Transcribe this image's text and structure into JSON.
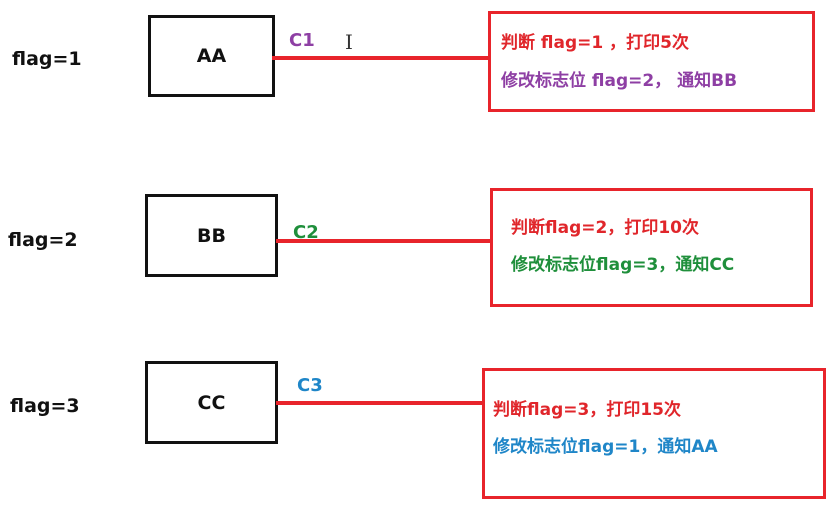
{
  "colors": {
    "line": "#e8242b",
    "action_red": "#e0262b",
    "c1": "#8e3fa4",
    "c2": "#1f8f3b",
    "c3": "#1f86c8",
    "ink": "#111111"
  },
  "rows": [
    {
      "flag": "flag=1",
      "thread": "AA",
      "condition": "C1",
      "note_line1": "判断 flag=1 ，打印5次",
      "note_line2": "修改标志位 flag=2， 通知BB"
    },
    {
      "flag": "flag=2",
      "thread": "BB",
      "condition": "C2",
      "note_line1": "判断flag=2，打印10次",
      "note_line2": "修改标志位flag=3，通知CC"
    },
    {
      "flag": "flag=3",
      "thread": "CC",
      "condition": "C3",
      "note_line1": "判断flag=3，打印15次",
      "note_line2": "修改标志位flag=1，通知AA"
    }
  ],
  "cursor_glyph": "I"
}
